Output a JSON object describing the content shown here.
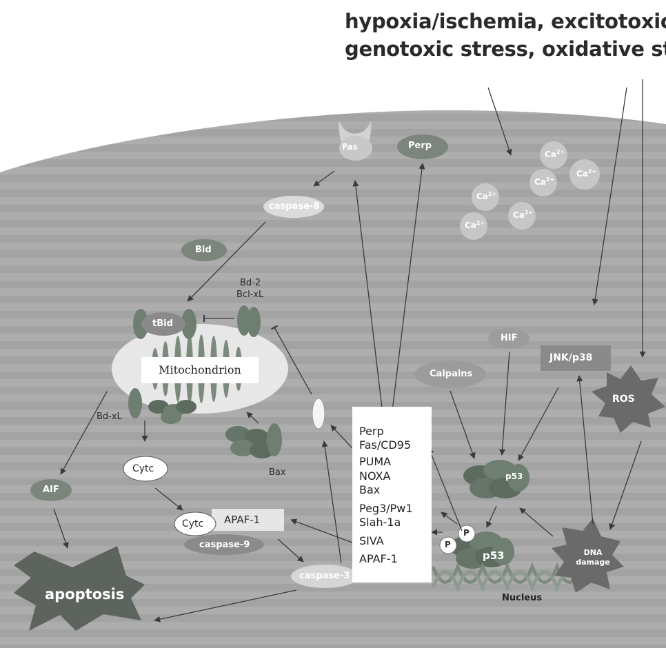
{
  "header": {
    "line1": "hypoxia/ischemia, excitotoxicity,",
    "line2": "genotoxic stress, oxidative stress"
  },
  "nodes": {
    "fas": "Fas",
    "perp": "Perp",
    "caspase8": "caspase-8",
    "bid": "Bid",
    "bcl2": "Bd-2",
    "bclxl": "Bcl-xL",
    "tbid": "tBid",
    "mitochondrion": "Mitochondrion",
    "bdxl": "Bd-xL",
    "cytc": "Cytc",
    "bax": "Bax",
    "aif": "AIF",
    "cytc2": "Cytc",
    "apaf1": "APAF-1",
    "caspase9": "caspase-9",
    "caspase3": "caspase-3",
    "apoptosis": "apoptosis",
    "calpains": "Calpains",
    "hif": "HIF",
    "jnk": "JNK/p38",
    "ros": "ROS",
    "p53": "p53",
    "p53_nucleus": "p53",
    "p": "P",
    "dna_damage": "DNA damage",
    "nucleus": "Nucleus",
    "ca_ion": "Ca",
    "ca_charge": "2+"
  },
  "targets": [
    "Perp",
    "Fas/CD95",
    "PUMA",
    "NOXA",
    "Bax",
    "Peg3/Pw1",
    "Slah-1a",
    "SIVA",
    "APAF-1"
  ],
  "colors": {
    "cell": "#a9a9a9",
    "dark_protein": "#6b7a6d",
    "light_protein": "#c7c7c7",
    "apoptosis": "#5f665f",
    "arrow": "#3a3a3a"
  }
}
